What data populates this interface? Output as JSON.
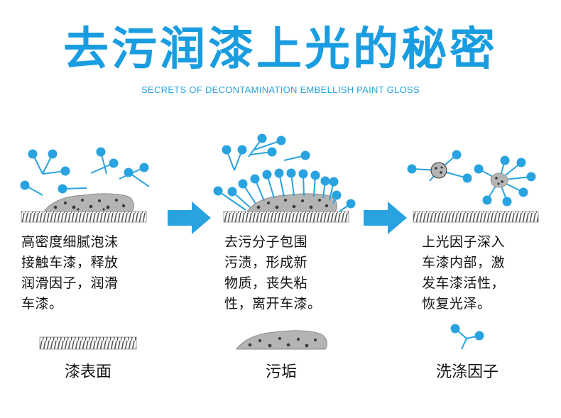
{
  "header": {
    "title": "去污润漆上光的秘密",
    "subtitle": "SECRETS OF DECONTAMINATION EMBELLISH PAINT GLOSS"
  },
  "steps": [
    {
      "lines": [
        "高密度细腻泡沫",
        "接触车漆，释放",
        "润滑因子，润滑",
        "车漆。"
      ]
    },
    {
      "lines": [
        "去污分子包围",
        "污渍，形成新",
        "物质，丧失粘",
        "性，离开车漆。"
      ]
    },
    {
      "lines": [
        "上光因子深入",
        "车漆内部，激",
        "发车漆活性，",
        "恢复光泽。"
      ]
    }
  ],
  "legend": {
    "paint_surface": "漆表面",
    "dirt": "污垢",
    "wash_factor": "洗涤因子"
  },
  "colors": {
    "accent_blue": "#29a3e0",
    "title_blue": "#1a9de0",
    "dirt_gray": "#b4b4b4",
    "surface_dark": "#555555"
  }
}
